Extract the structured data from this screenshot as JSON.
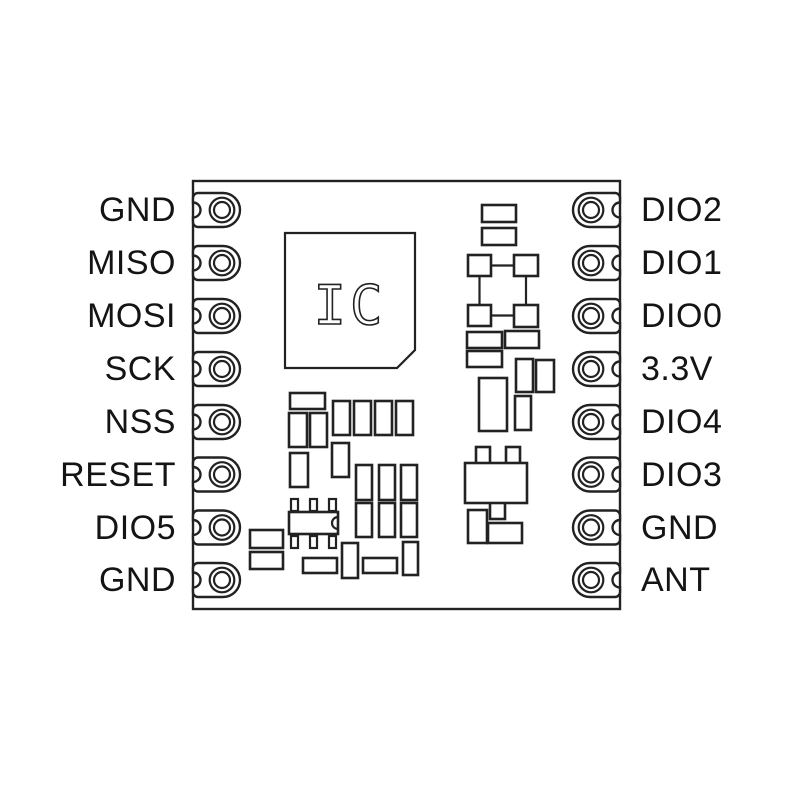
{
  "ic_label": "IC",
  "colors": {
    "background": "#ffffff",
    "line": "#222222",
    "text": "#141414"
  },
  "pins": {
    "left": [
      "GND",
      "MISO",
      "MOSI",
      "SCK",
      "NSS",
      "RESET",
      "DIO5",
      "GND"
    ],
    "right": [
      "DIO2",
      "DIO1",
      "DIO0",
      "3.3V",
      "DIO4",
      "DIO3",
      "GND",
      "ANT"
    ]
  }
}
